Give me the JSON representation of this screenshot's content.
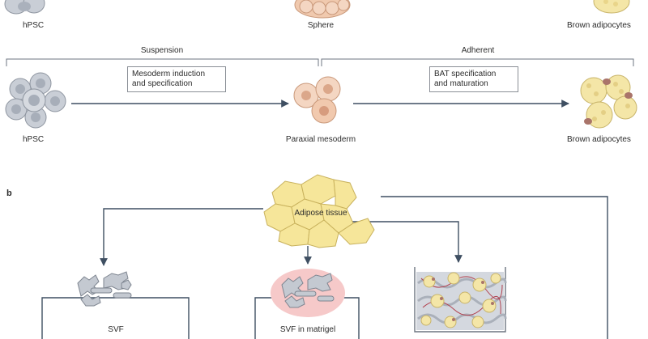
{
  "panel_a": {
    "top_row": {
      "left_label": "hPSC",
      "middle_label": "Sphere",
      "right_label": "Brown adipocytes"
    },
    "phases": {
      "suspension": "Suspension",
      "adherent": "Adherent"
    },
    "callouts": {
      "step1_line1": "Mesoderm induction",
      "step1_line2": "and specification",
      "step2_line1": "BAT specification",
      "step2_line2": "and maturation"
    },
    "bottom_row": {
      "left_label": "hPSC",
      "middle_label": "Paraxial mesoderm",
      "right_label": "Brown adipocytes"
    }
  },
  "panel_b": {
    "letter": "b",
    "tissue_label": "Adipose tissue",
    "svf_label": "SVF",
    "svf_matrigel_label": "SVF in matrigel"
  },
  "colors": {
    "arrow": "#3f4f62",
    "stem_cell": "#c9ced6",
    "mesoderm_cell": "#f1d3be",
    "adipocyte": "#f4e6a7",
    "tissue": "#f6e69a",
    "matrigel": "#f6c9c9"
  }
}
